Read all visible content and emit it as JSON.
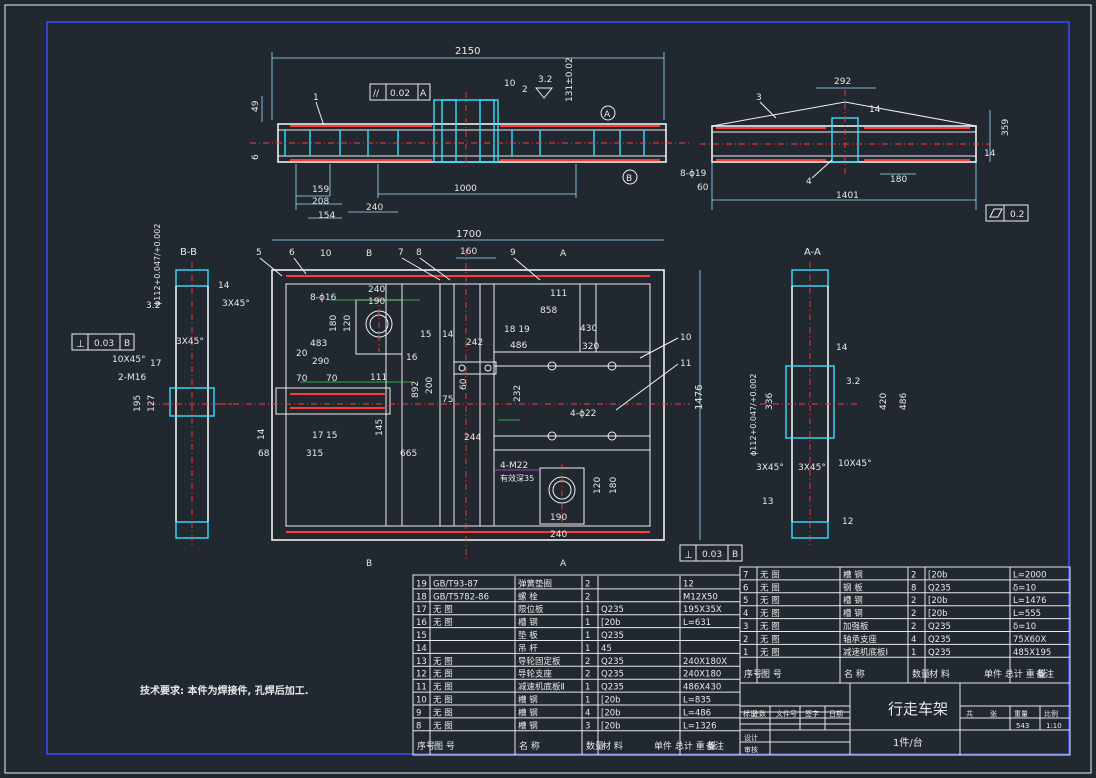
{
  "top_view": {
    "overall": "2150",
    "h49": "49",
    "h6": "6",
    "flat": "0.02",
    "datum": "A",
    "w10": "10",
    "rough": "3.2",
    "h131": "131±0.02",
    "d159": "159",
    "d208": "208",
    "d154": "154",
    "d1000": "1000",
    "d240": "240",
    "balloon1": "1",
    "balloon2": "2",
    "circA": "A",
    "circB": "B"
  },
  "side_view": {
    "w292": "292",
    "h359": "359",
    "h14": "14",
    "d180": "180",
    "d1401": "1401",
    "hole": "8-ϕ19",
    "d60": "60",
    "flat2": "0.2",
    "b3": "3",
    "b4": "4",
    "w14b": "14"
  },
  "plan_view": {
    "d1700": "1700",
    "d160": "160",
    "d10": "10",
    "d240": "240",
    "d190": "190",
    "hole": "8-ϕ16",
    "d180": "180",
    "d120": "120",
    "d483": "483",
    "d20": "20",
    "d290": "290",
    "d70a": "70",
    "d70b": "70",
    "d111a": "111",
    "d111b": "111",
    "d858": "858",
    "d430": "430",
    "d320": "320",
    "d486": "486",
    "n15": "15",
    "n14": "14",
    "n242": "242",
    "n1819": "18 19",
    "n16": "16",
    "d892": "892",
    "d200": "200",
    "d75": "75",
    "d60": "60",
    "d232": "232",
    "holes4": "4-ϕ22",
    "d1476": "1476",
    "d145": "145",
    "d17": "17",
    "d15": "15",
    "d244": "244",
    "d14": "14",
    "d68": "68",
    "d315": "315",
    "d665": "665",
    "m22": "4-M22",
    "m22b": "有效深35",
    "d120b": "120",
    "d180b": "180",
    "d190b": "190",
    "d240b": "240",
    "perp": "0.03",
    "datumB": "B",
    "b5": "5",
    "b6": "6",
    "b7": "7",
    "b8": "8",
    "b9": "9",
    "b10": "10",
    "b11": "11",
    "secB": "B",
    "secA": "A"
  },
  "section_bb": {
    "title": "B-B",
    "d14": "14",
    "chamfer1": "3X45°",
    "chamfer2": "3X45°",
    "perp": "0.03",
    "datum": "B",
    "chamfer3": "10X45°",
    "n17": "17",
    "m16": "2-M16",
    "d195": "195",
    "d127": "127",
    "rough": "3.2",
    "dia": "ϕ112+0.047/+0.002"
  },
  "section_aa": {
    "title": "A-A",
    "d14": "14",
    "d336": "336",
    "d420": "420",
    "d486": "486",
    "dia": "ϕ112+0.047/+0.002",
    "c1": "3X45°",
    "c2": "3X45°",
    "c3": "10X45°",
    "n13": "13",
    "n12": "12",
    "rough": "3.2"
  },
  "tech_note": "技术要求: 本件为焊接件, 孔焊后加工.",
  "bom_left": {
    "rows": [
      [
        "19",
        "GB/T93-87",
        "弹簧垫圈",
        "2",
        "",
        "12"
      ],
      [
        "18",
        "GB/T5782-86",
        "螺 栓",
        "2",
        "",
        "M12X50"
      ],
      [
        "17",
        "无 图",
        "限位板",
        "1",
        "Q235",
        "195X35X"
      ],
      [
        "16",
        "无 图",
        "槽 钢",
        "1",
        "[20b",
        "L=631"
      ],
      [
        "15",
        "",
        "垫 板",
        "1",
        "Q235",
        ""
      ],
      [
        "14",
        "",
        "吊 杆",
        "1",
        "45",
        ""
      ],
      [
        "13",
        "无 图",
        "导轮固定板",
        "2",
        "Q235",
        "240X180X"
      ],
      [
        "12",
        "无 图",
        "导轮支座",
        "2",
        "Q235",
        "240X180"
      ],
      [
        "11",
        "无 图",
        "减速机底板Ⅱ",
        "1",
        "Q235",
        "486X430"
      ],
      [
        "10",
        "无 图",
        "槽 钢",
        "1",
        "[20b",
        "L=835"
      ],
      [
        "9",
        "无 图",
        "槽 钢",
        "4",
        "[20b",
        "L=486"
      ],
      [
        "8",
        "无 图",
        "槽 钢",
        "3",
        "[20b",
        "L=1326"
      ]
    ],
    "head": [
      "序号",
      "图 号",
      "名 称",
      "数量",
      "材 料",
      "单件 总计 重 量",
      "备注"
    ]
  },
  "bom_right": {
    "rows": [
      [
        "7",
        "无 图",
        "槽 钢",
        "2",
        "[20b",
        "L=2000"
      ],
      [
        "6",
        "无 图",
        "钢 板",
        "8",
        "Q235",
        "δ=10"
      ],
      [
        "5",
        "无 图",
        "槽 钢",
        "2",
        "[20b",
        "L=1476"
      ],
      [
        "4",
        "无 图",
        "槽 钢",
        "2",
        "[20b",
        "L=555"
      ],
      [
        "3",
        "无 图",
        "加强板",
        "2",
        "Q235",
        "δ=10"
      ],
      [
        "2",
        "无 图",
        "轴承支座",
        "4",
        "Q235",
        "75X60X"
      ],
      [
        "1",
        "无 图",
        "减速机底板Ⅰ",
        "1",
        "Q235",
        "485X195"
      ]
    ],
    "head": [
      "序号",
      "图 号",
      "名 称",
      "数量",
      "材 料",
      "单件 总计 重 量",
      "备注"
    ]
  },
  "title_block": {
    "name": "行走车架",
    "qty": "1件/台",
    "cells": [
      "标记",
      "处数",
      "文件号",
      "签字",
      "日期"
    ],
    "stage": "共",
    "sheet": "张",
    "weight": "重量",
    "ratio": "比例",
    "weight_val": "543",
    "ratio_val": "1:10",
    "role1": "设计",
    "role2": "审核"
  }
}
